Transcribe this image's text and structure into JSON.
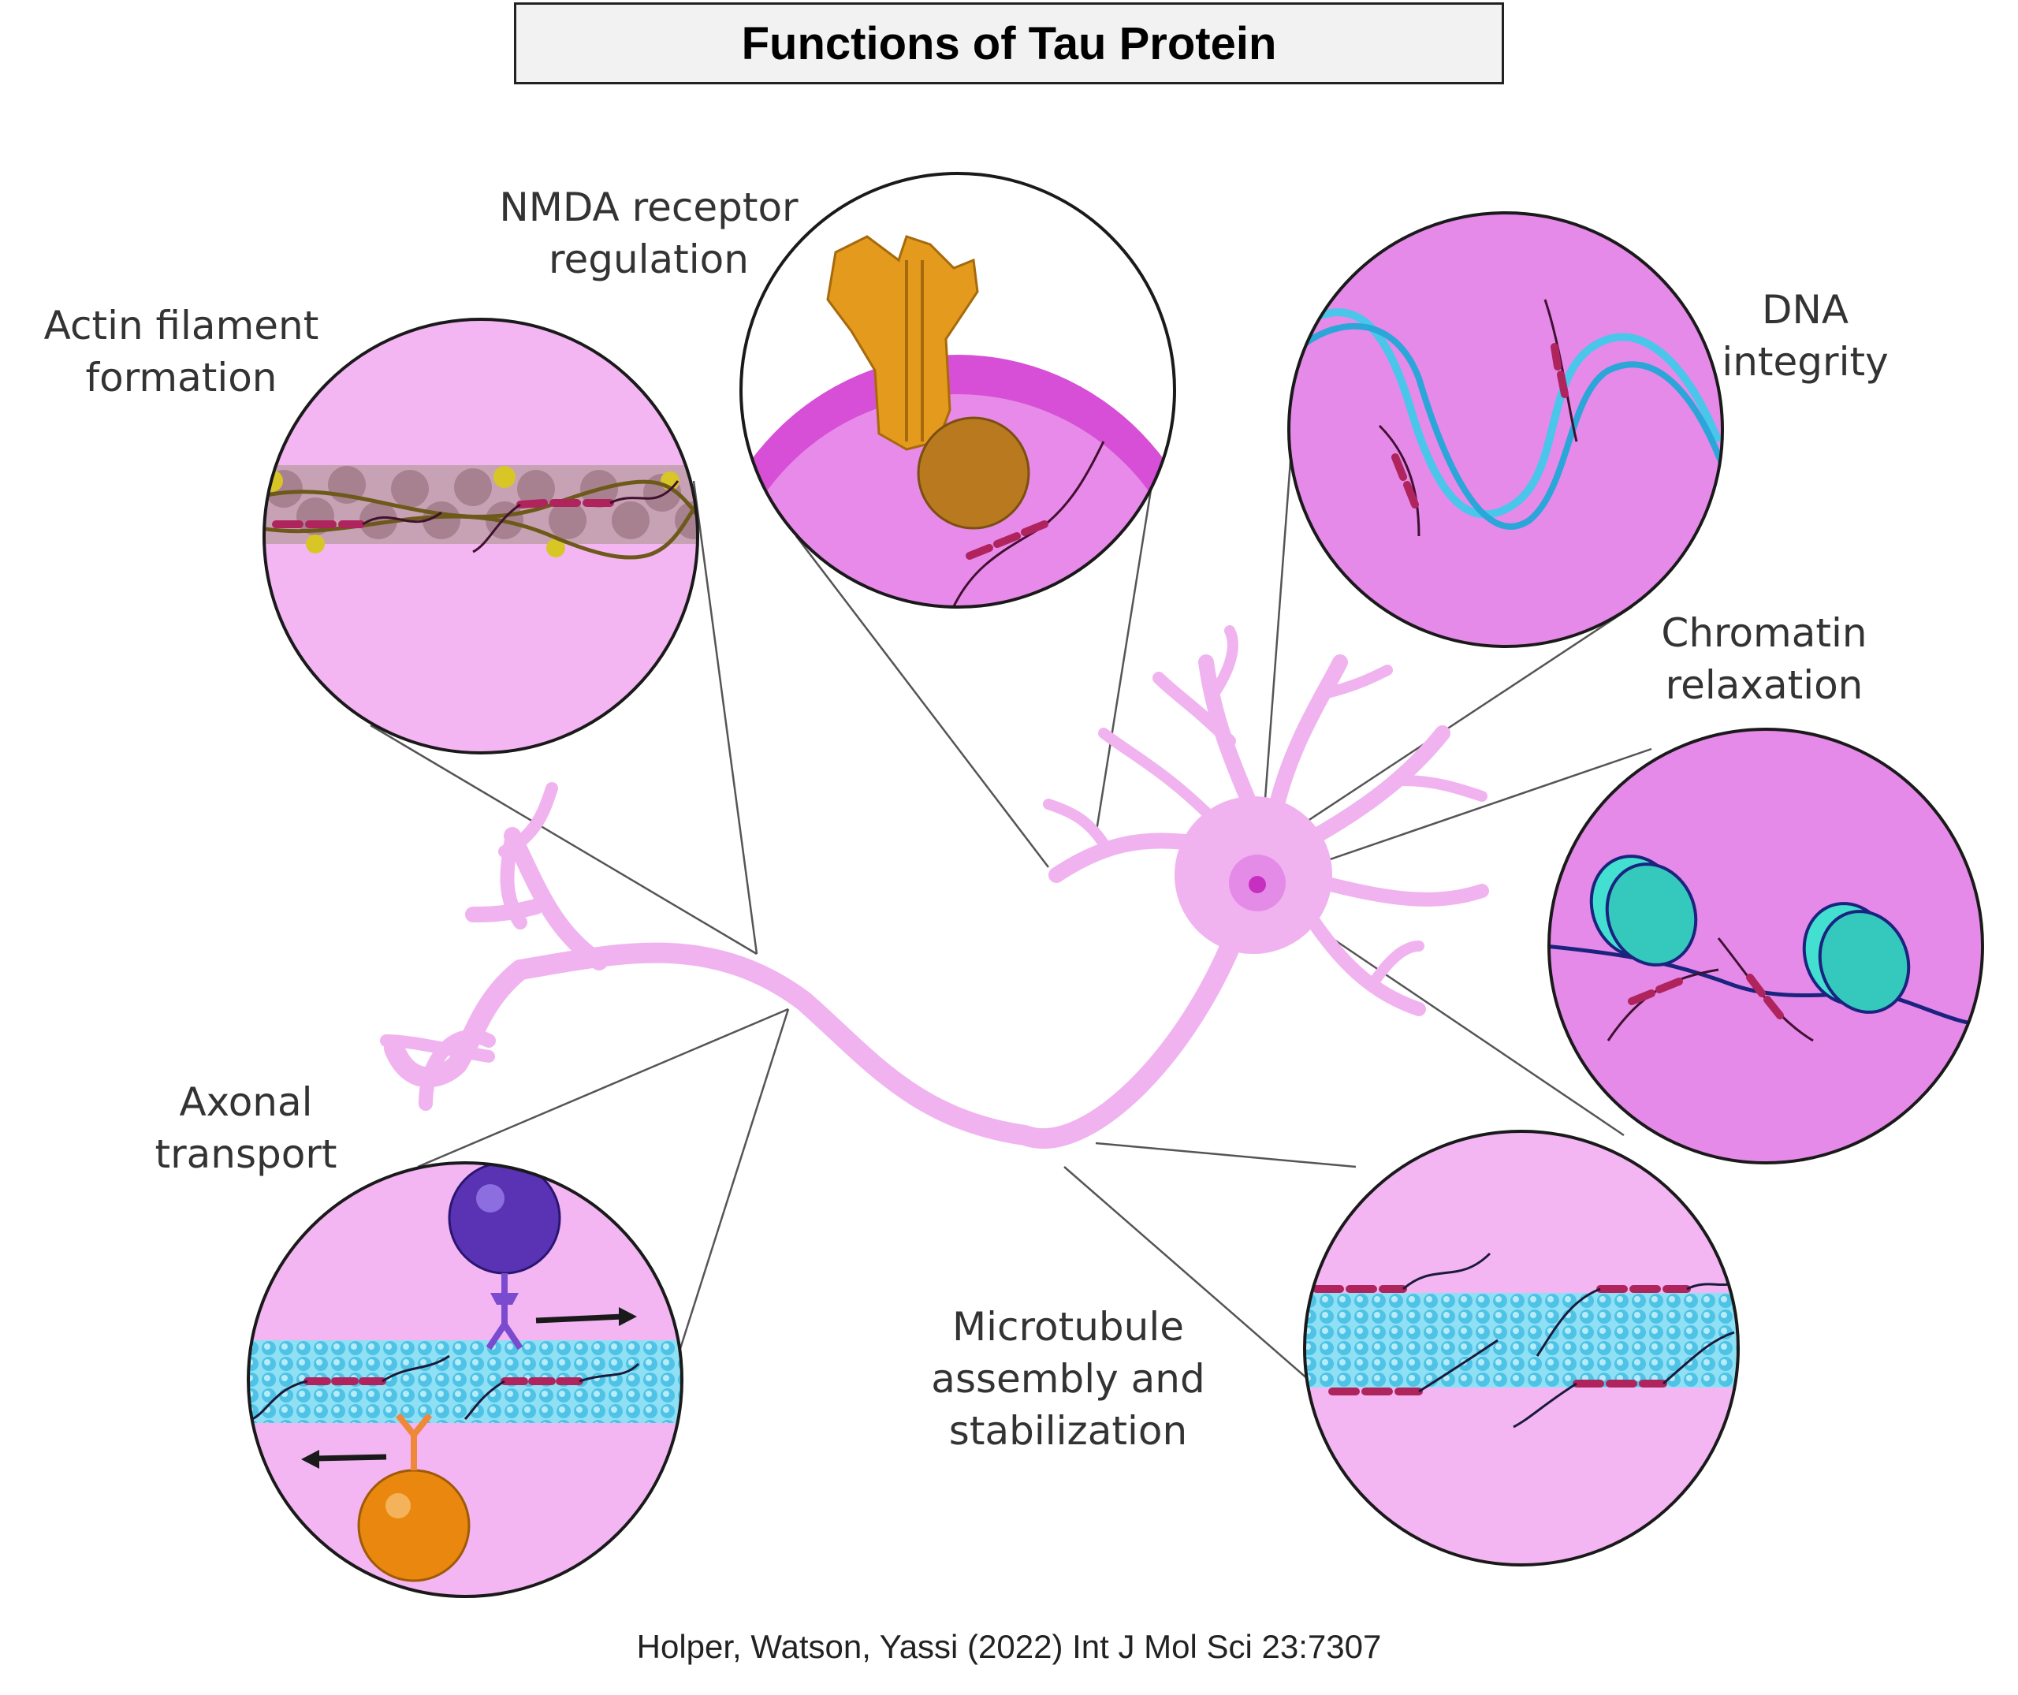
{
  "title": "Functions of Tau Protein",
  "labels": {
    "actin": [
      "Actin filament",
      "formation"
    ],
    "nmda": [
      "NMDA receptor",
      "regulation"
    ],
    "dna": [
      "DNA",
      "integrity"
    ],
    "chromatin": [
      "Chromatin",
      "relaxation"
    ],
    "axonal": [
      "Axonal",
      "transport"
    ],
    "microtubule": [
      "Microtubule",
      "assembly and",
      "stabilization"
    ]
  },
  "citation": "Holper, Watson, Yassi (2022) Int J Mol Sci 23:7307",
  "colors": {
    "neuron": "#f0b3f0",
    "circle_light": "#f3b6f3",
    "circle_mid": "#e58ae8",
    "tau": "#b0245e",
    "microtubule": "#6ccfe8",
    "dna": "#49c6ea",
    "nucleosome": "#43e0d2",
    "receptor": "#e39a1d",
    "vesicle_purple": "#5a33b5",
    "vesicle_orange": "#e9870e"
  },
  "icons": [
    "neuron-icon",
    "actin-filament-icon",
    "nmda-receptor-icon",
    "dna-helix-icon",
    "nucleosome-icon",
    "microtubule-icon",
    "motor-protein-icon",
    "arrow-right-icon",
    "arrow-left-icon"
  ]
}
